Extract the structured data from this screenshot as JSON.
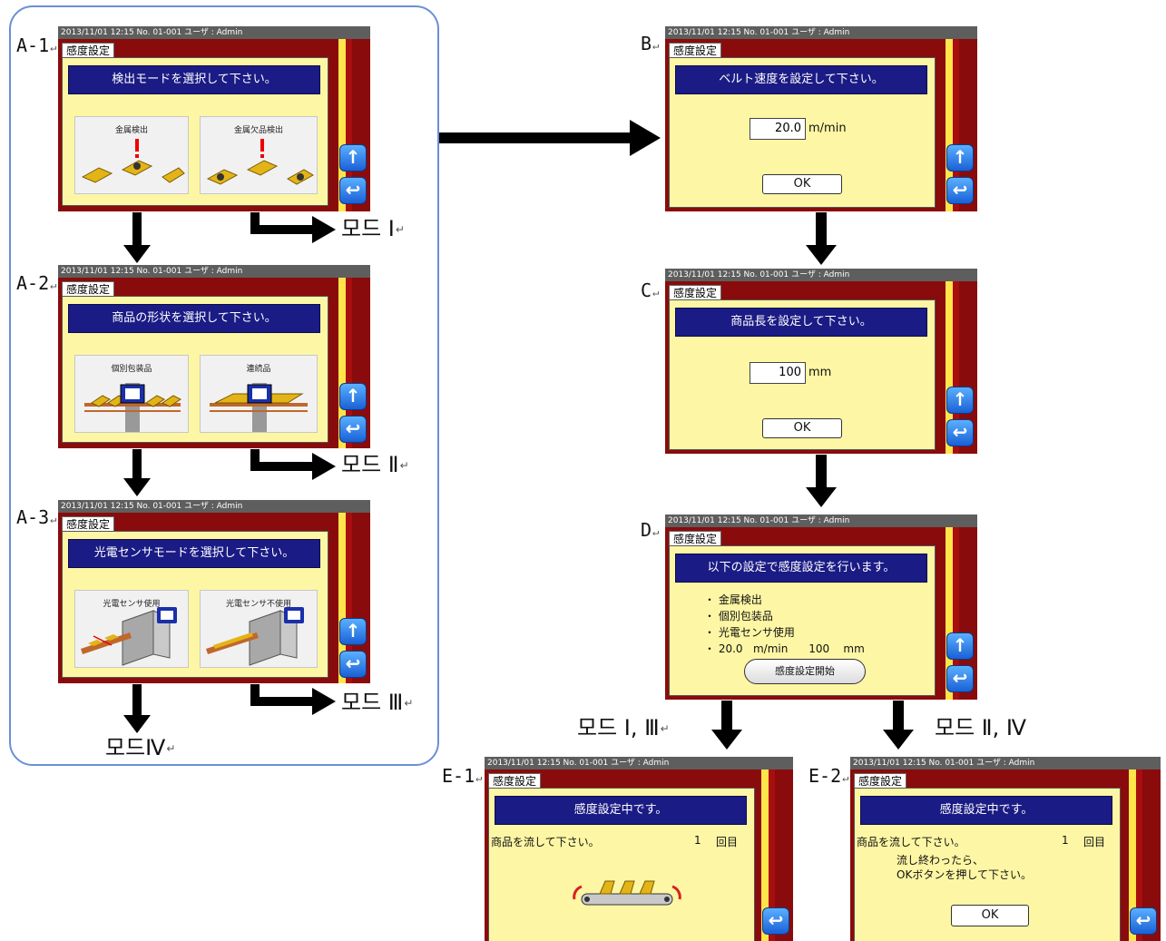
{
  "status_bar": "2013/11/01  12:15   No. 01-001   ユーザ : Admin",
  "screen_title": "感度設定",
  "labels": {
    "a1": "A-1",
    "a2": "A-2",
    "a3": "A-3",
    "b": "B",
    "c": "C",
    "d": "D",
    "e1": "E-1",
    "e2": "E-2"
  },
  "modes": {
    "m1": "모드 Ⅰ",
    "m2": "모드 Ⅱ",
    "m3": "모드 Ⅲ",
    "m4": "모드Ⅳ",
    "m13": "모드 Ⅰ, Ⅲ",
    "m24": "모드 Ⅱ, Ⅳ"
  },
  "return_mark": "↵",
  "a1": {
    "banner": "検出モードを選択して下さい。",
    "cards": [
      "金属検出",
      "金属欠品検出"
    ]
  },
  "a2": {
    "banner": "商品の形状を選択して下さい。",
    "cards": [
      "個別包装品",
      "連続品"
    ]
  },
  "a3": {
    "banner": "光電センサモードを選択して下さい。",
    "cards": [
      "光電センサ使用",
      "光電センサ不使用"
    ]
  },
  "b": {
    "banner": "ベルト速度を設定して下さい。",
    "value": "20.0",
    "unit": "m/min",
    "ok": "OK"
  },
  "c": {
    "banner": "商品長を設定して下さい。",
    "value": "100",
    "unit": "mm",
    "ok": "OK"
  },
  "d": {
    "banner": "以下の設定で感度設定を行います。",
    "items": [
      "・ 金属検出",
      "・ 個別包装品",
      "・ 光電センサ使用",
      "・ 20.0   m/min      100    mm"
    ],
    "start": "感度設定開始"
  },
  "e1": {
    "banner": "感度設定中です。",
    "msg": "商品を流して下さい。",
    "count": "1",
    "count_unit": "回目"
  },
  "e2": {
    "banner": "感度設定中です。",
    "msg": "商品を流して下さい。",
    "count": "1",
    "count_unit": "回目",
    "instr1": "流し終わったら、",
    "instr2": "OKボタンを押して下さい。",
    "ok": "OK"
  },
  "icons": {
    "up": "up-arrow-icon",
    "back": "return-icon"
  },
  "colors": {
    "frame": "#8a0b0b",
    "banner": "#1b1b85",
    "panel": "#fdf6a4",
    "group_border": "#6b8fd6"
  }
}
